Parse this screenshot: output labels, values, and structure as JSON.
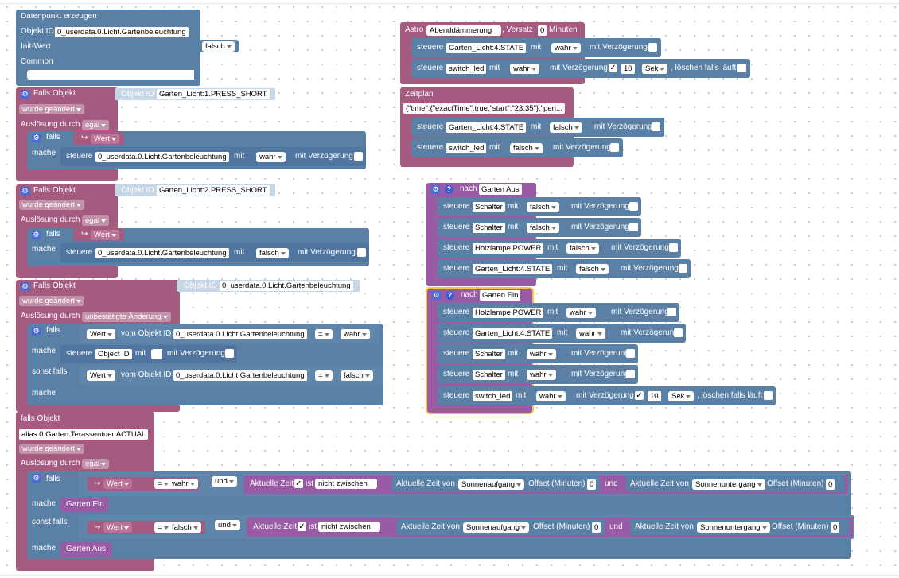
{
  "left": {
    "datapoint": {
      "title": "Datenpunkt erzeugen",
      "objectid_label": "Objekt ID",
      "objectid_value": "0_userdata.0.Licht.Gartenbeleuchtung",
      "initwert_label": "Init-Wert",
      "initwert_value": "falsch",
      "common_label": "Common"
    },
    "trigger1": {
      "title": "Falls Objekt",
      "objectid_label": "Objekt ID",
      "objectid_value": "Garten_Licht:1.PRESS_SHORT",
      "changed": "wurde geändert",
      "ausloesung_label": "Auslösung durch",
      "ausloesung_value": "egal",
      "falls": "falls",
      "wert": "Wert",
      "mache": "mache",
      "steuere": "steuere",
      "steuere_target": "0_userdata.0.Licht.Gartenbeleuchtung",
      "mit": "mit",
      "value": "wahr",
      "mitverz": "mit Verzögerung"
    },
    "trigger2": {
      "title": "Falls Objekt",
      "objectid_label": "Objekt ID",
      "objectid_value": "Garten_Licht:2.PRESS_SHORT",
      "changed": "wurde geändert",
      "ausloesung_label": "Auslösung durch",
      "ausloesung_value": "egal",
      "falls": "falls",
      "wert": "Wert",
      "mache": "mache",
      "steuere": "steuere",
      "steuere_target": "0_userdata.0.Licht.Gartenbeleuchtung",
      "mit": "mit",
      "value": "falsch",
      "mitverz": "mit Verzögerung"
    },
    "trigger3": {
      "title": "Falls Objekt",
      "objectid_label": "Objekt ID",
      "objectid_value": "0_userdata.0.Licht.Gartenbeleuchtung",
      "changed": "wurde geändert",
      "ausloesung_label": "Auslösung durch",
      "ausloesung_value": "unbestätigte Änderung",
      "falls": "falls",
      "wert": "Wert",
      "vom_objekt": "vom Objekt ID",
      "objekt_value": "0_userdata.0.Licht.Gartenbeleuchtung",
      "op": "=",
      "cmp1": "wahr",
      "mache": "mache",
      "steuere": "steuere",
      "steuere_target": "Object ID",
      "mit": "mit",
      "mitverz": "mit Verzögerung",
      "sonst": "sonst falls",
      "cmp2": "falsch",
      "mache2": "mache"
    },
    "trigger4": {
      "title": "falls Objekt",
      "objectid_value": "alias.0.Garten.Terassentuer.ACTUAL",
      "changed": "wurde geändert",
      "ausloesung_label": "Auslösung durch",
      "ausloesung_value": "egal",
      "falls": "falls",
      "wert": "Wert",
      "op": "=",
      "cmp1": "wahr",
      "und": "und",
      "aktuelle_zeit": "Aktuelle Zeit",
      "ist": "ist",
      "nicht_zwischen": "nicht zwischen",
      "azv": "Aktuelle Zeit von",
      "sunrise": "Sonnenaufgang",
      "offset": "Offset (Minuten)",
      "offset_val": "0",
      "und2": "und",
      "sunset": "Sonnenuntergang",
      "mache": "mache",
      "call1": "Garten Ein",
      "sonst": "sonst falls",
      "cmp2": "falsch",
      "mache2": "mache",
      "call2": "Garten Aus"
    }
  },
  "right": {
    "astro": {
      "label": "Astro",
      "event": "Abenddämmerung",
      "versatz": ", Versatz",
      "versatz_val": "0",
      "minuten": "Minuten",
      "row1": {
        "steuere": "steuere",
        "target": "Garten_Licht:4.STATE",
        "mit": "mit",
        "value": "wahr",
        "mitverz": "mit Verzögerung"
      },
      "row2": {
        "steuere": "steuere",
        "target": "switch_led",
        "mit": "mit",
        "value": "wahr",
        "mitverz": "mit Verzögerung",
        "check": "✓",
        "delay": "10",
        "unit": "Sek",
        "loeschen": ", löschen falls läuft"
      }
    },
    "zeitplan": {
      "label": "Zeitplan",
      "json": "{\"time\":{\"exactTime\":true,\"start\":\"23:35\"},\"peri...",
      "row1": {
        "steuere": "steuere",
        "target": "Garten_Licht:4.STATE",
        "mit": "mit",
        "value": "falsch",
        "mitverz": "mit Verzögerung"
      },
      "row2": {
        "steuere": "steuere",
        "target": "switch_led",
        "mit": "mit",
        "value": "falsch",
        "mitverz": "mit Verzögerung"
      }
    },
    "aus": {
      "nach": "nach",
      "name": "Garten Aus",
      "rows": [
        {
          "steuere": "steuere",
          "target": "Schalter",
          "mit": "mit",
          "value": "falsch",
          "mitverz": "mit Verzögerung"
        },
        {
          "steuere": "steuere",
          "target": "Schalter",
          "mit": "mit",
          "value": "falsch",
          "mitverz": "mit Verzögerung"
        },
        {
          "steuere": "steuere",
          "target": "Holzlampe POWER",
          "mit": "mit",
          "value": "falsch",
          "mitverz": "mit Verzögerung"
        },
        {
          "steuere": "steuere",
          "target": "Garten_Licht:4.STATE",
          "mit": "mit",
          "value": "falsch",
          "mitverz": "mit Verzögerung"
        }
      ]
    },
    "ein": {
      "nach": "nach",
      "name": "Garten Ein",
      "rows": [
        {
          "steuere": "steuere",
          "target": "Holzlampe POWER",
          "mit": "mit",
          "value": "wahr",
          "mitverz": "mit Verzögerung"
        },
        {
          "steuere": "steuere",
          "target": "Garten_Licht:4.STATE",
          "mit": "mit",
          "value": "wahr",
          "mitverz": "mit Verzögerung"
        },
        {
          "steuere": "steuere",
          "target": "Schalter",
          "mit": "mit",
          "value": "wahr",
          "mitverz": "mit Verzögerung"
        },
        {
          "steuere": "steuere",
          "target": "Schalter",
          "mit": "mit",
          "value": "wahr",
          "mitverz": "mit Verzögerung"
        }
      ],
      "last": {
        "steuere": "steuere",
        "target": "switch_led",
        "mit": "mit",
        "value": "wahr",
        "mitverz": "mit Verzögerung",
        "check": "✓",
        "delay": "10",
        "unit": "Sek",
        "loeschen": ", löschen falls läuft"
      }
    }
  },
  "icons": {
    "gear": "⚙",
    "question": "?",
    "arrow": "↪",
    "check": "✓"
  },
  "colors": {
    "event": "#a55b80",
    "action": "#5b80a5",
    "function": "#995ba5",
    "selected": "#f4c542"
  }
}
